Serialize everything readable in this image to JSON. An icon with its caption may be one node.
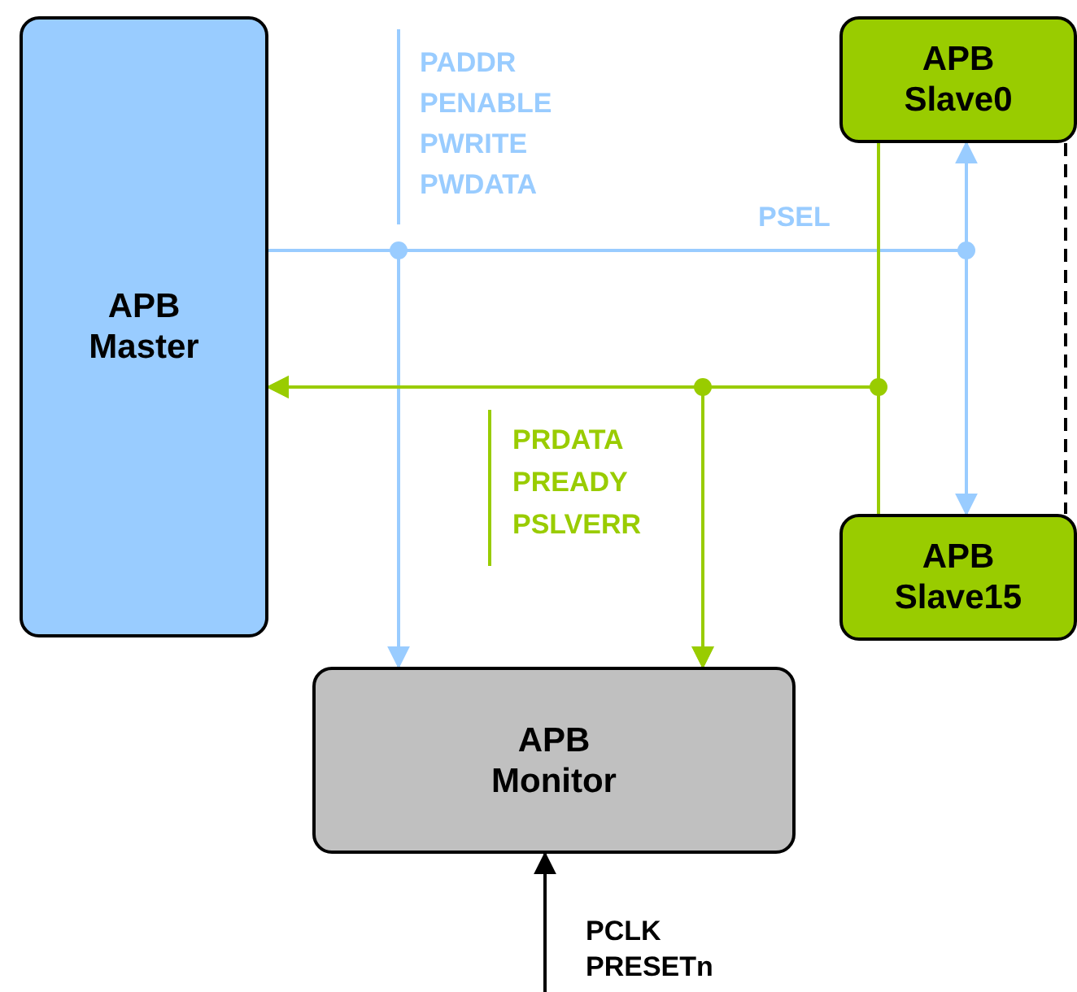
{
  "diagram": {
    "nodes": [
      {
        "text": [
          "APB Master"
        ]
      },
      {
        "text": [
          "APB Slave0"
        ]
      },
      {
        "text": [
          "APB Slave15"
        ]
      },
      {
        "text": [
          "APB Monitor"
        ]
      }
    ],
    "edges": [
      {
        "from": 0,
        "to": 1,
        "arrow": "to",
        "color": "#99ccff"
      },
      {
        "from": 0,
        "to": 2,
        "arrow": "to",
        "color": "#99ccff"
      },
      {
        "from": 0,
        "to": 3,
        "arrow": "to",
        "color": "#99ccff"
      },
      {
        "from": 1,
        "to": 0,
        "arrow": "to"
      },
      {
        "from": 2,
        "to": 0,
        "arrow": "to"
      },
      {
        "from": 1,
        "to": 3,
        "arrow": "to"
      },
      {
        "from": 2,
        "to": 3,
        "arrow": "to"
      },
      {
        "from": null,
        "to": 3,
        "arrow": "to",
        "label": "PCLK PRESETn",
        "color": "#000000"
      },
      {
        "from": 1,
        "to": 2,
        "arrow": "none",
        "style": "dashed",
        "color": "#000000"
      }
    ],
    "labels": [
      "PADDR",
      "PENABLE",
      "PWRITE",
      "PWDATA",
      "PSEL",
      "PRDATA",
      "PREADY",
      "PSLVERR"
    ]
  }
}
